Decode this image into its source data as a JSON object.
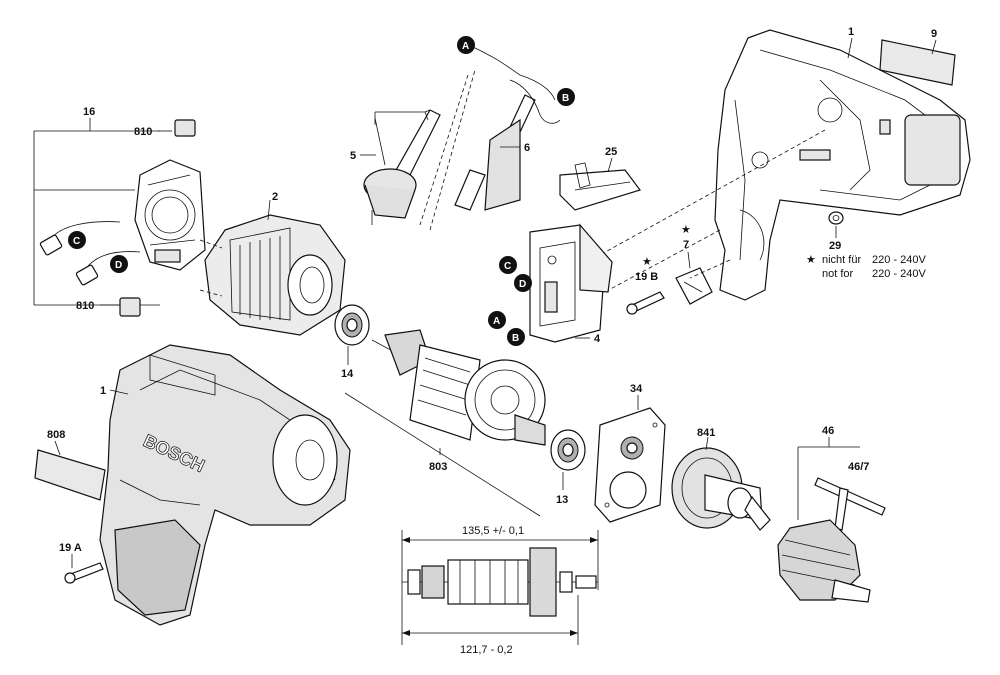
{
  "labels": {
    "p1_top": "1",
    "p9": "9",
    "p16": "16",
    "p810_top": "810",
    "p810_bottom": "810",
    "p2": "2",
    "p5": "5",
    "p6": "6",
    "p25": "25",
    "p29": "29",
    "p7": "7",
    "p19b": "19 B",
    "p4": "4",
    "p14": "14",
    "p1_bottom": "1",
    "p808": "808",
    "p803": "803",
    "p34": "34",
    "p841": "841",
    "p46": "46",
    "p46_7": "46/7",
    "p13": "13",
    "p19a": "19 A"
  },
  "callouts": {
    "A_top": "A",
    "B_top": "B",
    "C_left": "C",
    "D_left": "D",
    "C_switch": "C",
    "D_switch": "D",
    "A_switch": "A",
    "B_switch": "B"
  },
  "star_note": {
    "star_symbol": "★",
    "line1_prefix": "nicht für",
    "line1_value": "220 - 240V",
    "line2_prefix": "not for",
    "line2_value": "220 - 240V"
  },
  "dimensions": {
    "overall": "135,5 +/- 0,1",
    "inner": "121,7 - 0,2"
  },
  "brand_text": "BOSCH"
}
